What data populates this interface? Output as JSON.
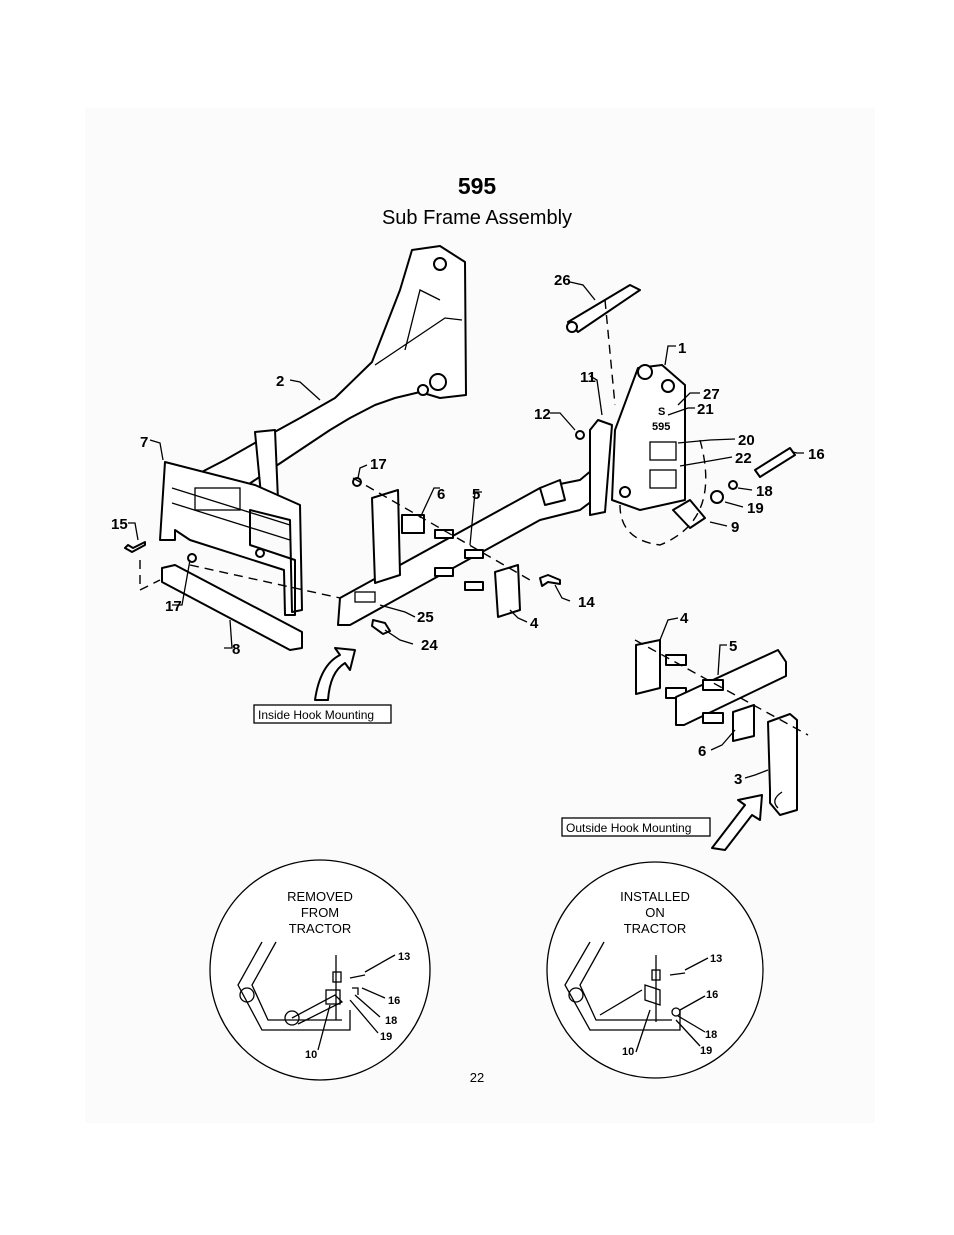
{
  "title": "595",
  "subtitle": "Sub Frame Assembly",
  "page_number": "22",
  "callouts": {
    "inside": "Inside Hook Mounting",
    "outside": "Outside Hook Mounting"
  },
  "circle_left": {
    "line1": "REMOVED",
    "line2": "FROM",
    "line3": "TRACTOR"
  },
  "circle_right": {
    "line1": "INSTALLED",
    "line2": "ON",
    "line3": "TRACTOR"
  },
  "part_numbers": {
    "p1": "1",
    "p2": "2",
    "p3": "3",
    "p4": "4",
    "p4b": "4",
    "p5": "5",
    "p5b": "5",
    "p6": "6",
    "p6b": "6",
    "p7": "7",
    "p8": "8",
    "p9": "9",
    "p11": "11",
    "p12": "12",
    "p14": "14",
    "p15": "15",
    "p16": "16",
    "p17": "17",
    "p17b": "17",
    "p18": "18",
    "p19": "19",
    "p20": "20",
    "p21": "21",
    "p22": "22",
    "p24": "24",
    "p25": "25",
    "p26": "26",
    "p27": "27"
  },
  "circle_part_numbers": {
    "l10": "10",
    "l13": "13",
    "l16": "16",
    "l18": "18",
    "l19": "19",
    "r10": "10",
    "r13": "13",
    "r16": "16",
    "r18": "18",
    "r19": "19"
  },
  "decal_text": {
    "s": "S",
    "model": "595"
  }
}
